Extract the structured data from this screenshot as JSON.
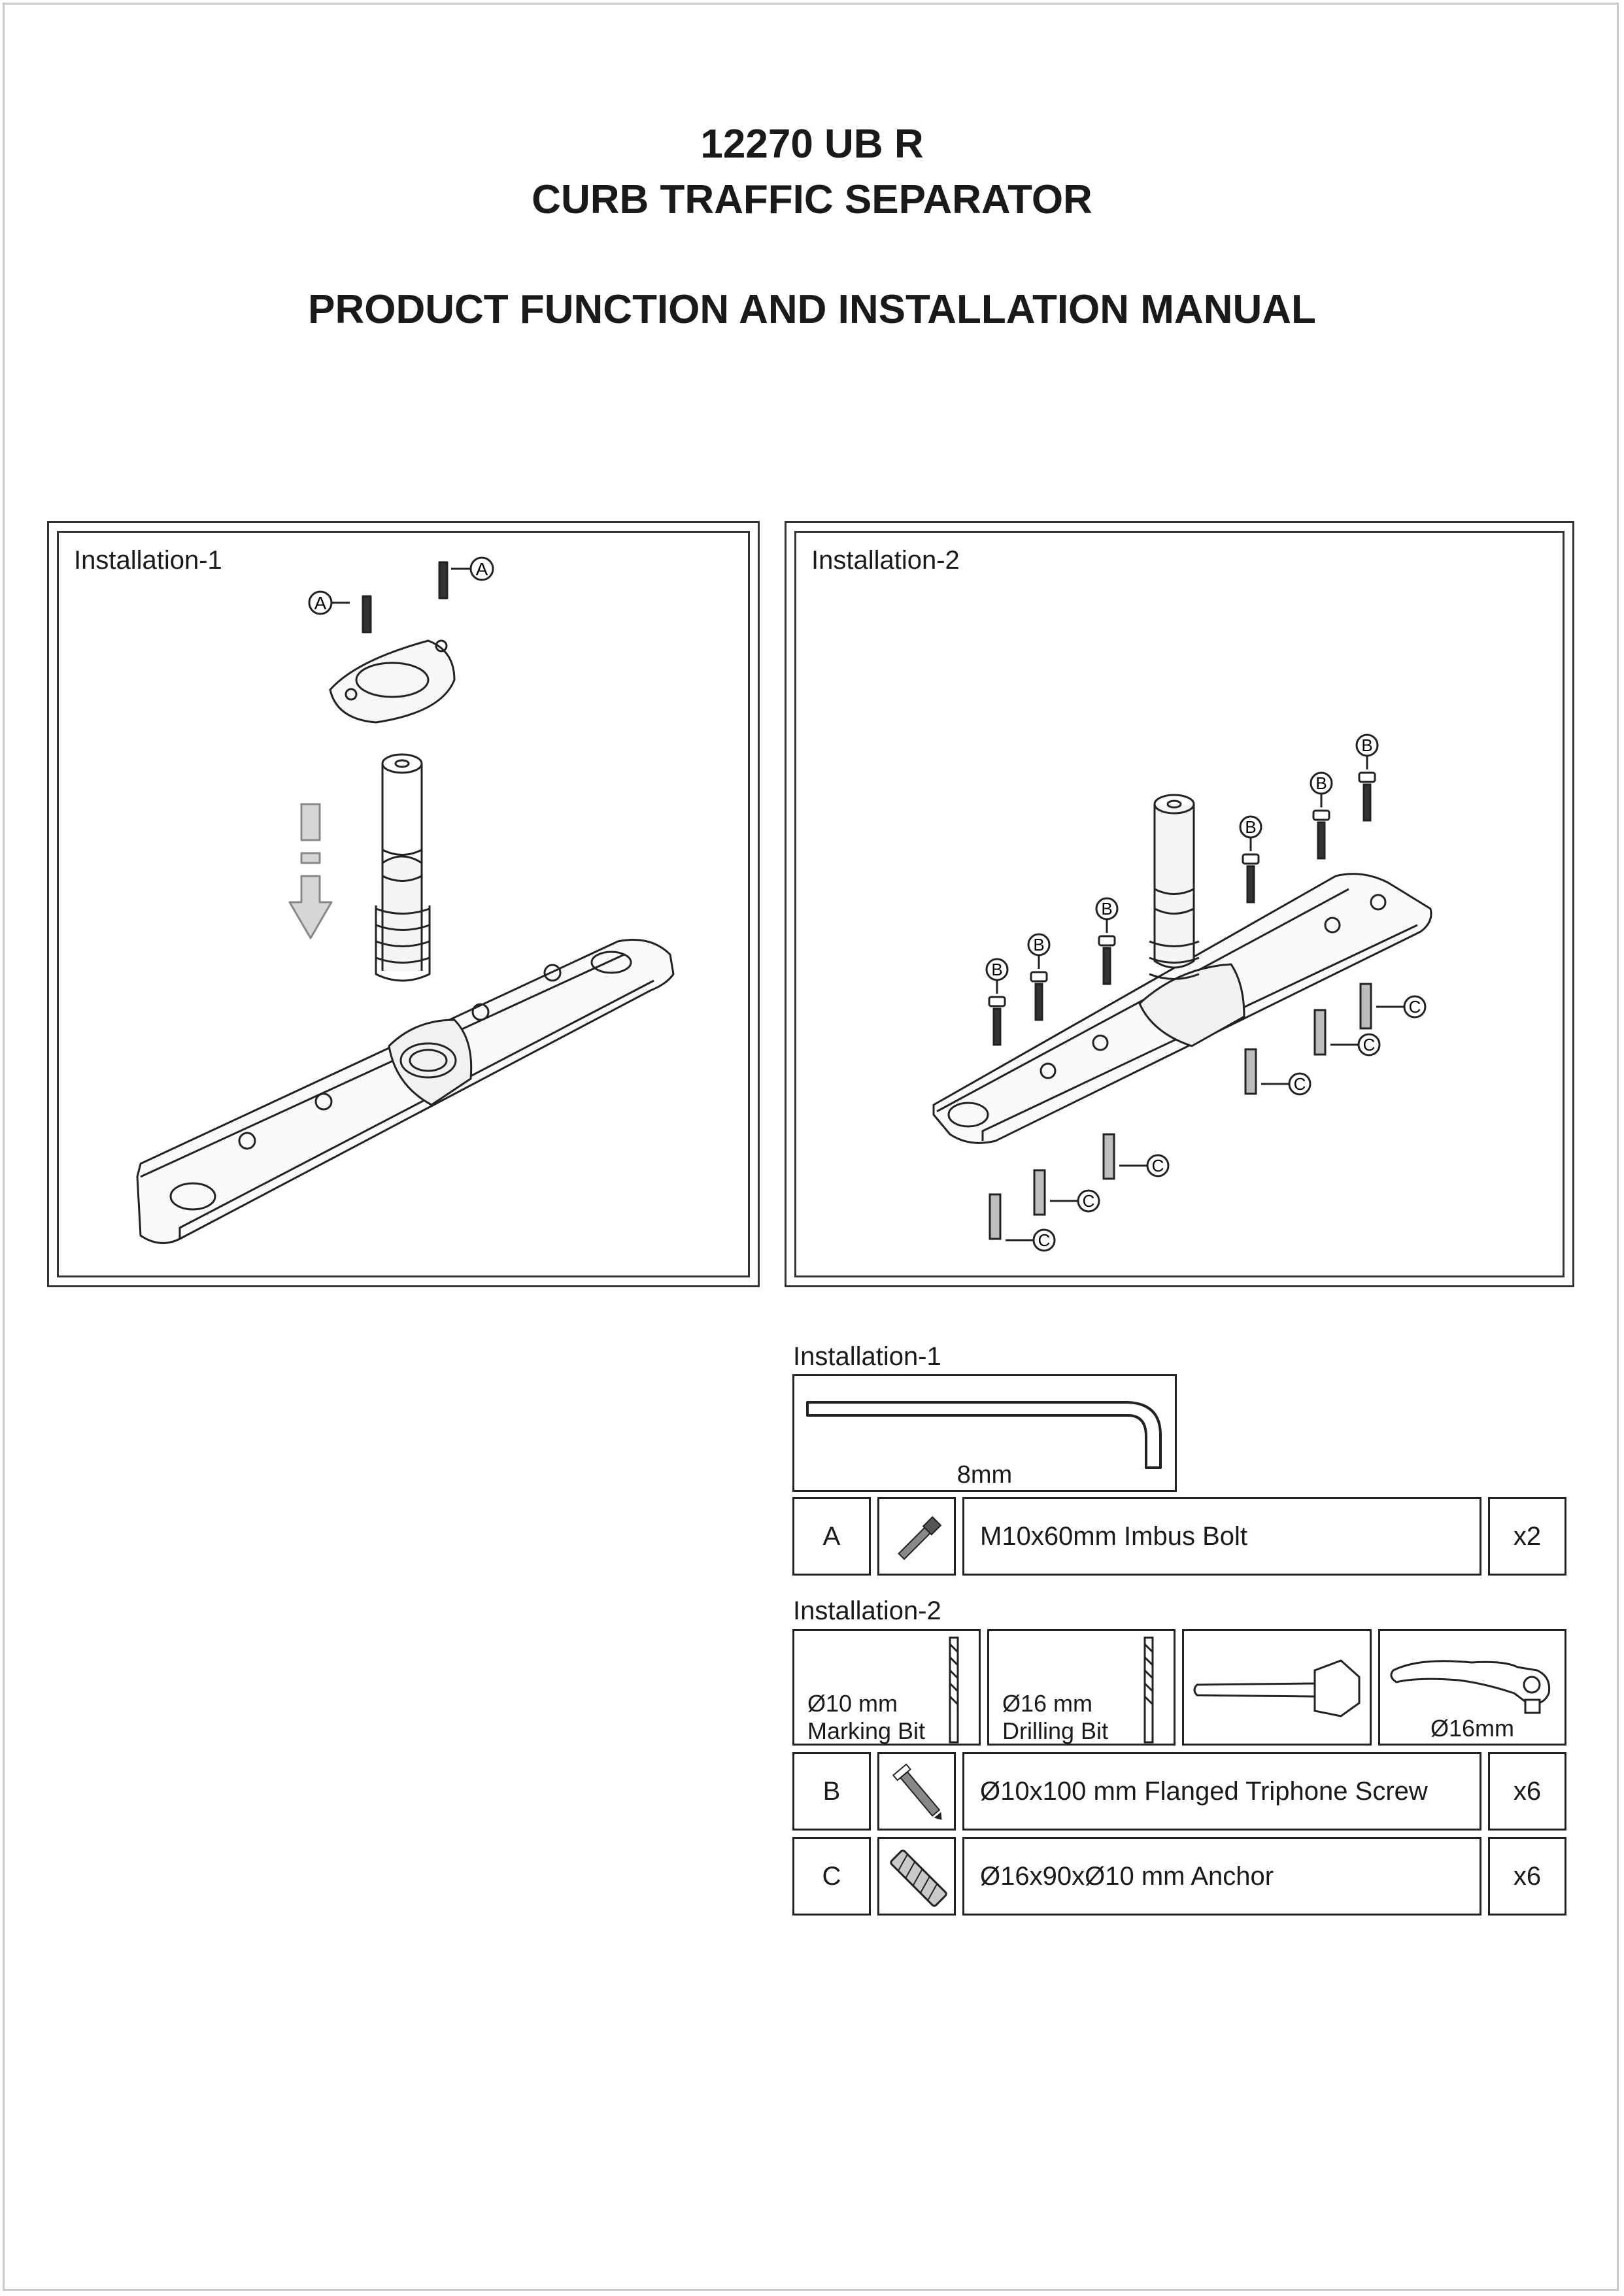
{
  "header": {
    "model": "12270 UB R",
    "product": "CURB TRAFFIC SEPARATOR",
    "manual": "PRODUCT FUNCTION AND INSTALLATION MANUAL"
  },
  "panels": {
    "install1": {
      "label": "Installation-1",
      "callout": "A"
    },
    "install2": {
      "label": "Installation-2",
      "callout_b": "B",
      "callout_c": "C"
    }
  },
  "parts": {
    "install1": {
      "label": "Installation-1",
      "tool": {
        "size": "8mm",
        "icon": "allen-key-icon"
      },
      "rows": [
        {
          "code": "A",
          "icon": "imbus-bolt-icon",
          "description": "M10x60mm Imbus Bolt",
          "qty": "x2"
        }
      ]
    },
    "install2": {
      "label": "Installation-2",
      "tools": [
        {
          "line1": "Ø10 mm",
          "line2": "Marking Bit",
          "icon": "drill-bit-icon"
        },
        {
          "line1": "Ø16 mm",
          "line2": "Drilling Bit",
          "icon": "drill-bit-icon"
        },
        {
          "icon": "hammer-icon"
        },
        {
          "line1": "Ø16mm",
          "icon": "ratchet-wrench-icon"
        }
      ],
      "rows": [
        {
          "code": "B",
          "icon": "flanged-screw-icon",
          "description": "Ø10x100 mm Flanged Triphone Screw",
          "qty": "x6"
        },
        {
          "code": "C",
          "icon": "anchor-icon",
          "description": "Ø16x90xØ10 mm Anchor",
          "qty": "x6"
        }
      ]
    }
  }
}
